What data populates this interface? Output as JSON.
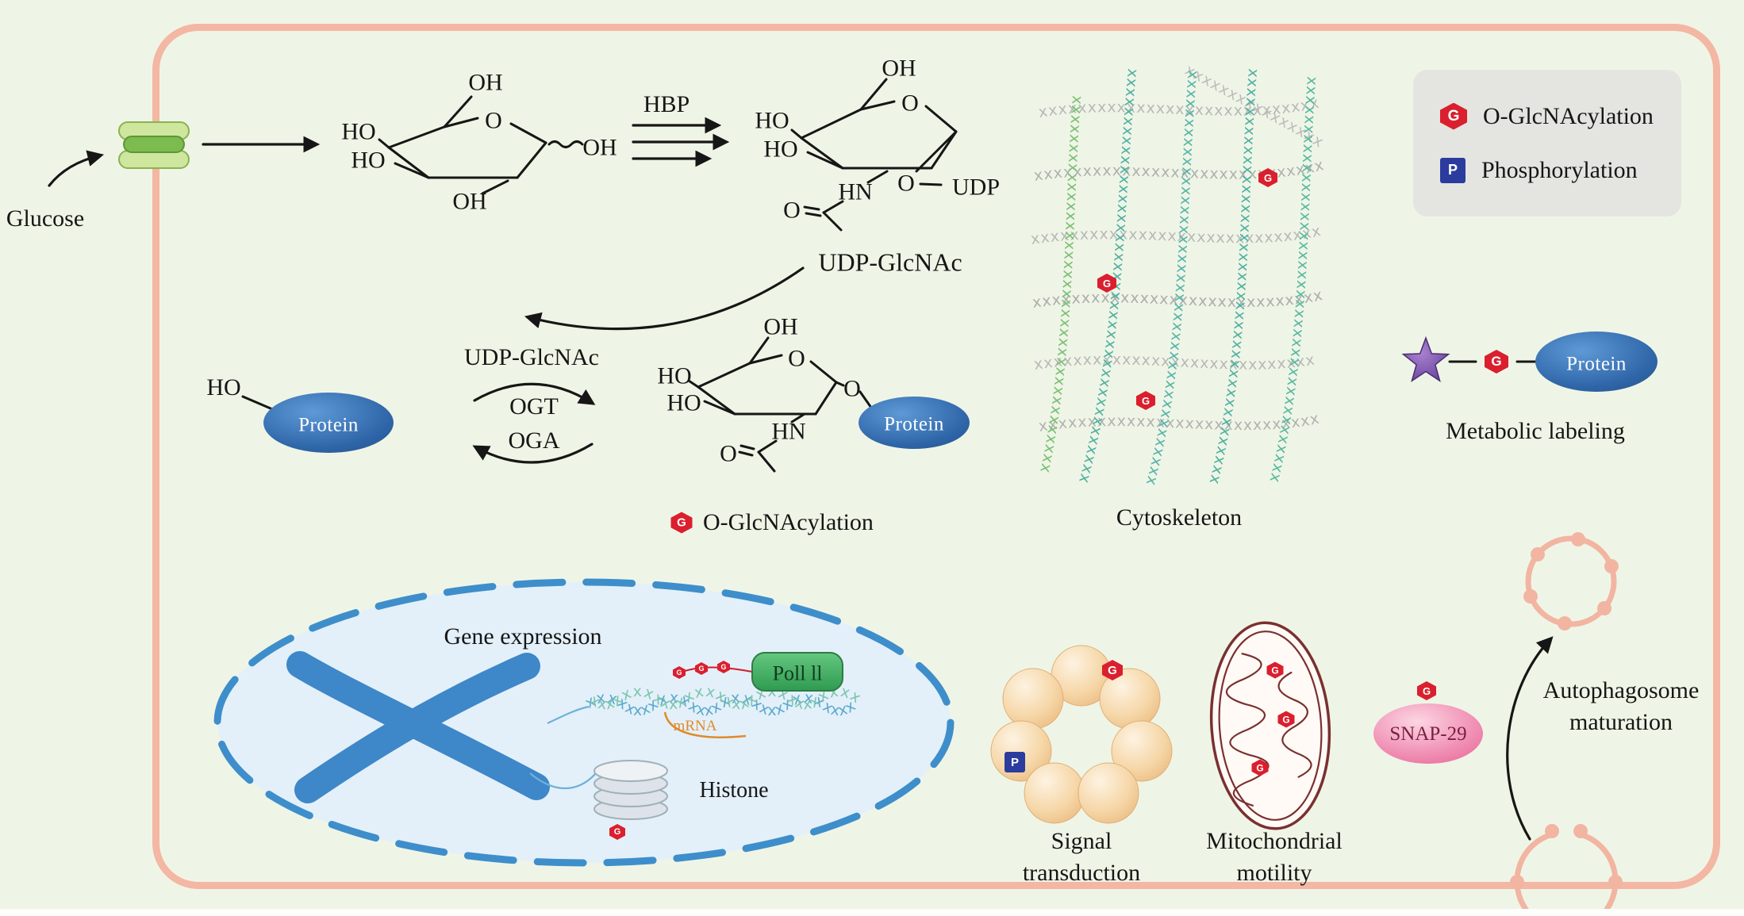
{
  "badges": {
    "g": "G",
    "p": "P"
  },
  "labels": {
    "glucose": "Glucose",
    "hbp": "HBP",
    "udp_glcnac": "UDP-GlcNAc",
    "udp_glcnac_cycle": "UDP-GlcNAc",
    "ogt": "OGT",
    "oga": "OGA",
    "ho": "HO",
    "protein": "Protein",
    "o_glcnacylation": "O-GlcNAcylation",
    "cytoskeleton": "Cytoskeleton",
    "metabolic_labeling": "Metabolic labeling",
    "gene_expression": "Gene expression",
    "pol": "Poll ll",
    "mrna": "mRNA",
    "histone": "Histone",
    "signal": [
      "Signal",
      "transduction"
    ],
    "mitochondrial": [
      "Mitochondrial",
      "motility"
    ],
    "snap29": "SNAP-29",
    "autophagosome": [
      "Autophagosome",
      "maturation"
    ]
  },
  "legend": {
    "items": [
      {
        "icon": "G",
        "label": "O-GlcNAcylation"
      },
      {
        "icon": "P",
        "label": "Phosphorylation"
      }
    ]
  },
  "sugar1": {
    "oh_top": "OH",
    "ho1": "HO",
    "ho2": "HO",
    "ring_o": "O",
    "oh_right": "OH",
    "oh_bottom": "OH"
  },
  "sugar2": {
    "oh_top": "OH",
    "ho1": "HO",
    "ho2": "HO",
    "ring_o": "O",
    "o_link": "O",
    "udp": "UDP",
    "hn": "HN",
    "o_carbonyl": "O"
  },
  "sugar3": {
    "oh_top": "OH",
    "ho1": "HO",
    "ho2": "HO",
    "ring_o": "O",
    "o_link": "O",
    "hn": "HN",
    "o_carbonyl": "O"
  },
  "cyto": {
    "texture": "xxxxxxxxxxxxxxxxxxxxxxxxxxxxxxxxxxxxxxxxxxxxxxxxxxxxxxxxxxxxxxxx"
  },
  "nucleus": {
    "dna_texture": "xxxxxxxxxxxxxxxxxxxxxxxxxxxxxxxxxxxxxxxxxxxxxxxx"
  },
  "colors": {
    "background": "#eff5e6",
    "membrane": "#f3b7a3",
    "glcnac_red": "#da1f2e",
    "phospho_blue": "#2b3c9e",
    "protein_blue": "#2f66a9",
    "nucleus_blue": "#3e8ecb",
    "pol_green": "#2e9b51",
    "snap_pink": "#ee6e9e",
    "mito_maroon": "#7a3030",
    "mrna_orange": "#e08a2a"
  }
}
